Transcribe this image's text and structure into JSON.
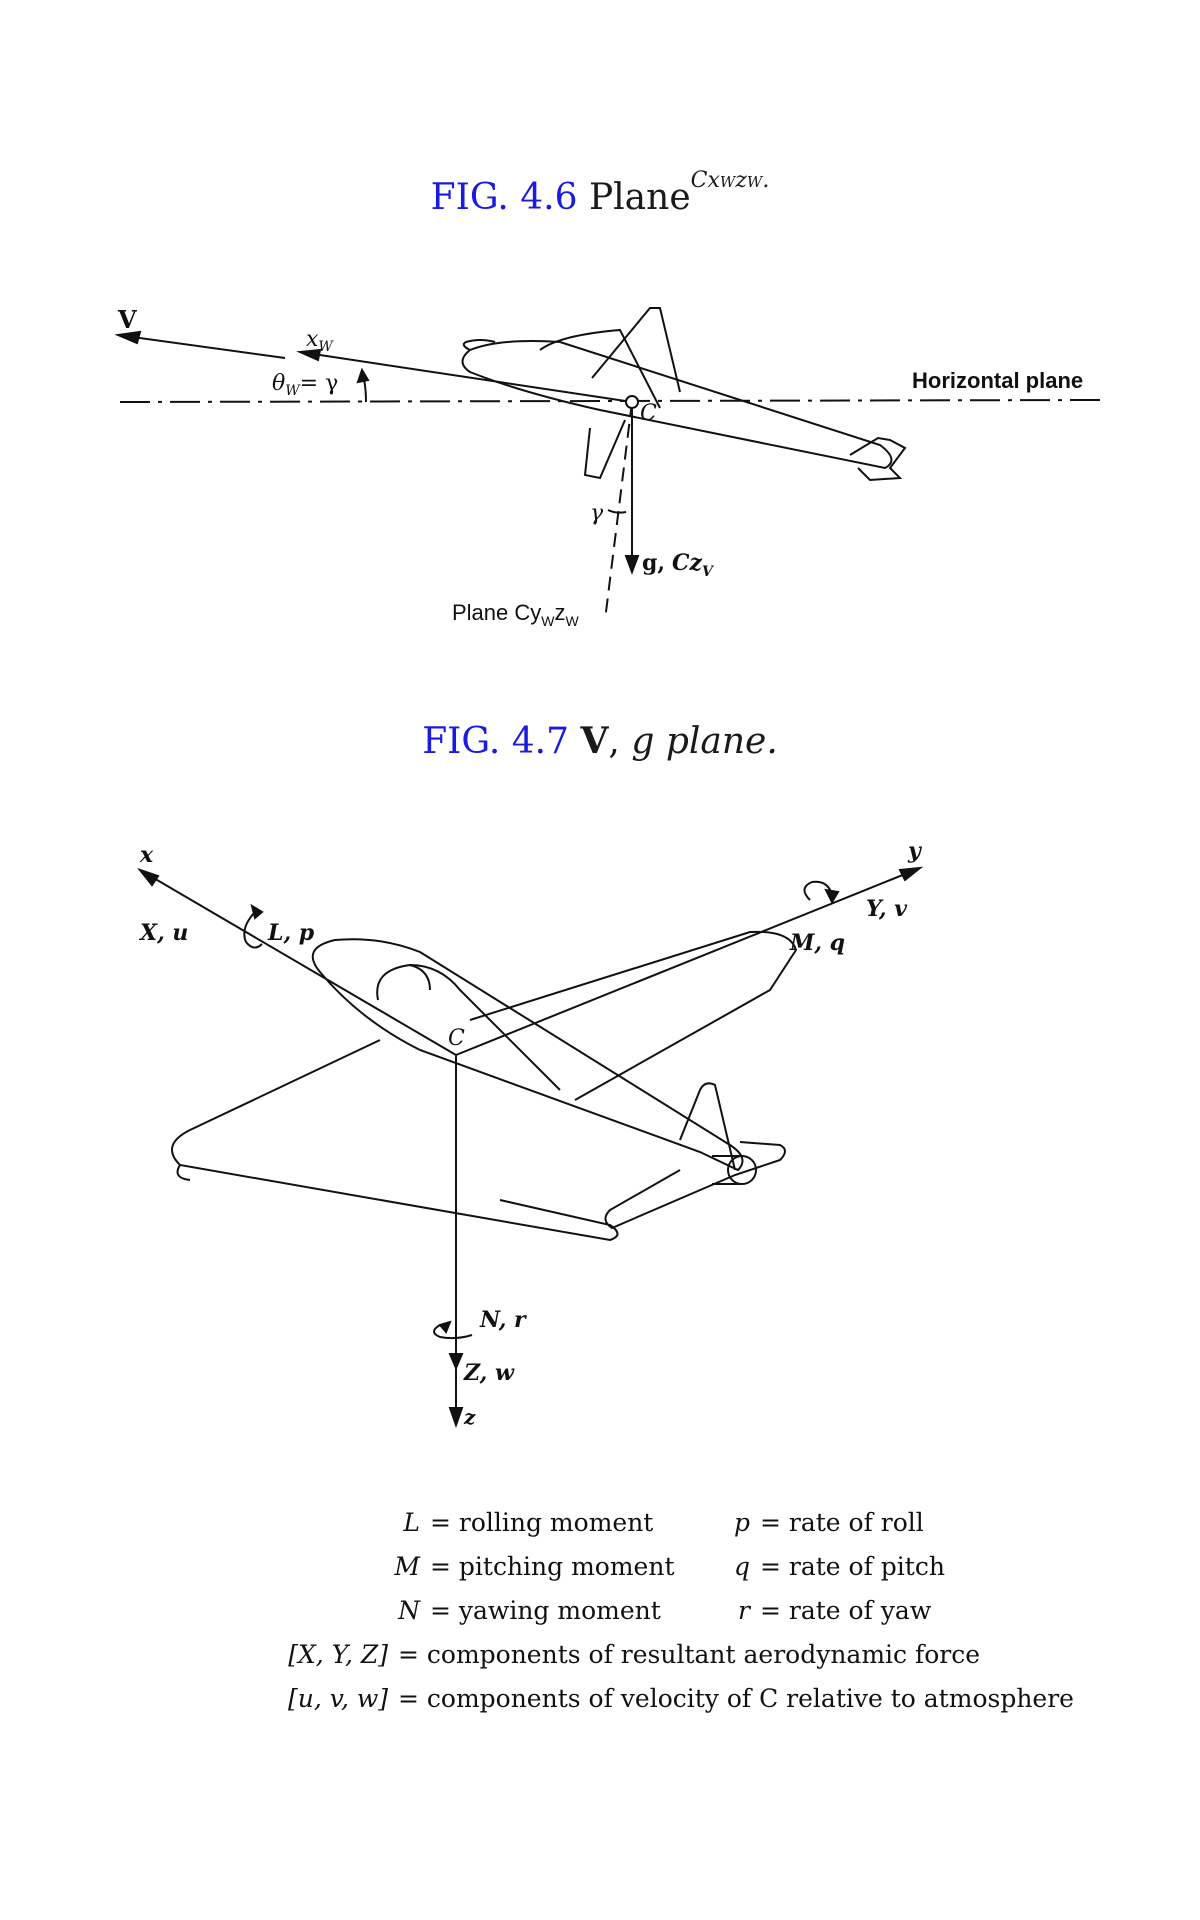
{
  "fig46": {
    "label": "FIG. 4.6",
    "title": "Plane",
    "title_sub": "Cx",
    "title_sub2": "W",
    "title_sub3": "z",
    "title_sub4": "W",
    "title_tail": "."
  },
  "fig46_diagram": {
    "V": "V",
    "xw": "x",
    "xw_sub": "W",
    "theta": "θ",
    "theta_sub": "W",
    "theta_eq": "= γ",
    "horizontal": "Horizontal plane",
    "C": "C",
    "gamma": "γ",
    "g": "g,",
    "Cz": "Cz",
    "Cz_sub": "V",
    "plane_cy": "Plane Cy",
    "plane_cy_sub": "W",
    "plane_cy_z": "z",
    "plane_cy_sub2": "W"
  },
  "fig47": {
    "label": "FIG. 4.7",
    "bold": "V",
    "rest_comma": ",",
    "g": "g",
    "plane": "plane."
  },
  "fig47_diagram": {
    "x": "x",
    "Xu": "X, u",
    "Lp": "L, p",
    "y": "y",
    "Yv": "Y, v",
    "Mq": "M, q",
    "C": "C",
    "Nr": "N, r",
    "Zw": "Z, w",
    "z": "z"
  },
  "legend": {
    "rows": [
      {
        "sym": "L",
        "text": "= rolling moment",
        "sym2": "p",
        "text2": "= rate of roll"
      },
      {
        "sym": "M",
        "text": "= pitching moment",
        "sym2": "q",
        "text2": "= rate of pitch"
      },
      {
        "sym": "N",
        "text": "= yawing moment",
        "sym2": "r",
        "text2": "= rate of yaw"
      }
    ],
    "xyz": "[X, Y, Z]",
    "xyz_text": "= components of resultant aerodynamic force",
    "uvw": "[u, v, w]",
    "uvw_text": "= components of velocity of C relative to atmosphere"
  }
}
